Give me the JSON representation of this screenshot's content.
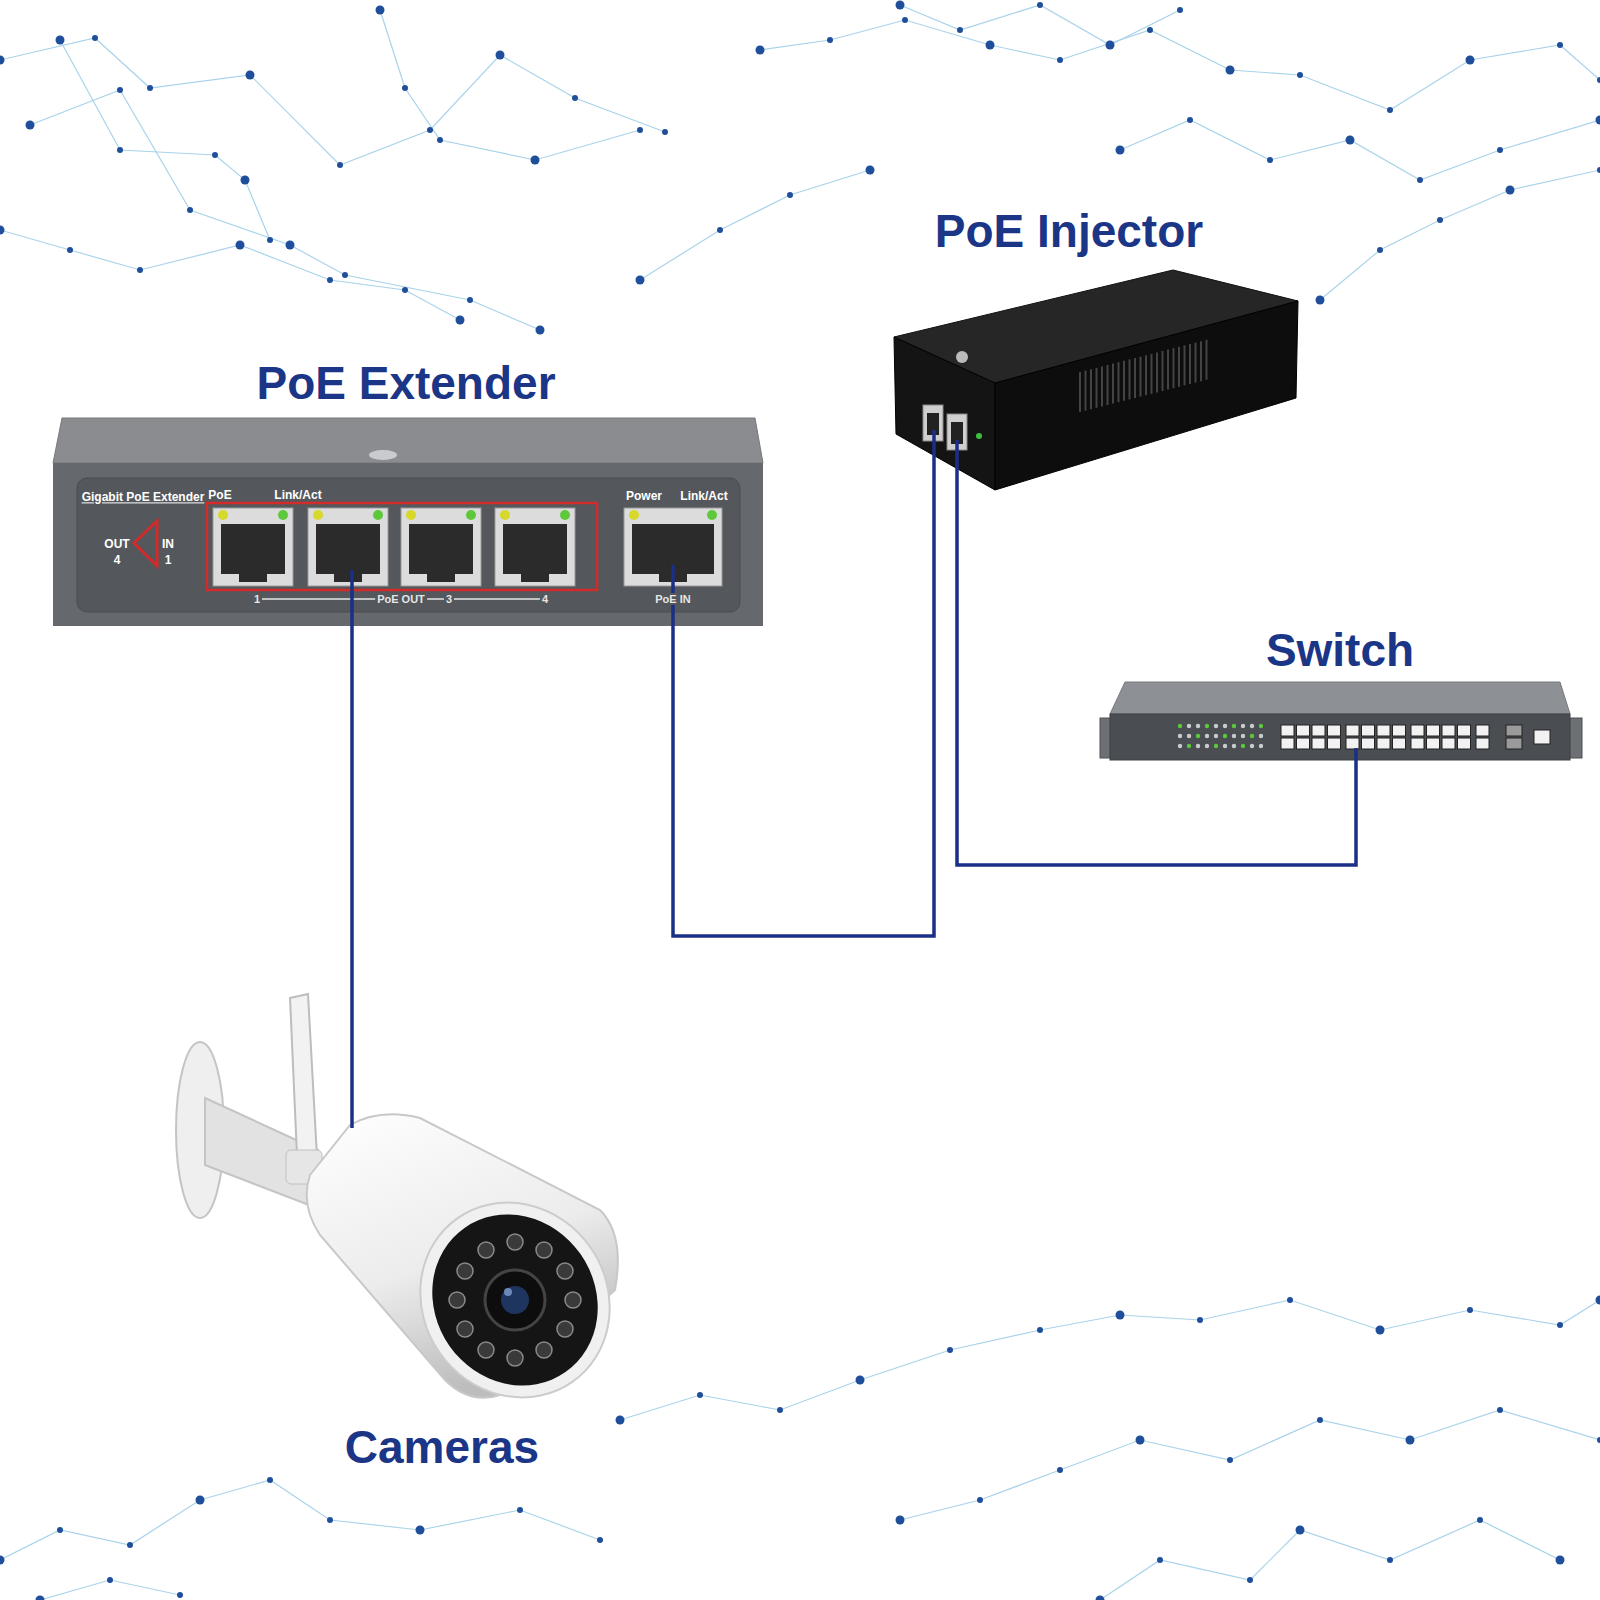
{
  "diagram": {
    "nodes": [
      {
        "text": [
          "PoE Injector"
        ]
      },
      {
        "text": [
          "PoE Extender"
        ]
      },
      {
        "text": [
          "Switch"
        ]
      },
      {
        "text": [
          "Cameras"
        ]
      }
    ],
    "edges": [
      {
        "from": 1,
        "to": 3,
        "arrow": "none"
      },
      {
        "from": 1,
        "to": 0,
        "arrow": "none"
      },
      {
        "from": 0,
        "to": 2,
        "arrow": "none"
      }
    ],
    "labels": [
      "Gigabit PoE Extender",
      "PoE",
      "Link/Act",
      "OUT",
      "4",
      "IN",
      "1",
      "Power",
      "Link/Act",
      "1",
      "PoE OUT",
      "3",
      "4",
      "PoE IN"
    ]
  }
}
